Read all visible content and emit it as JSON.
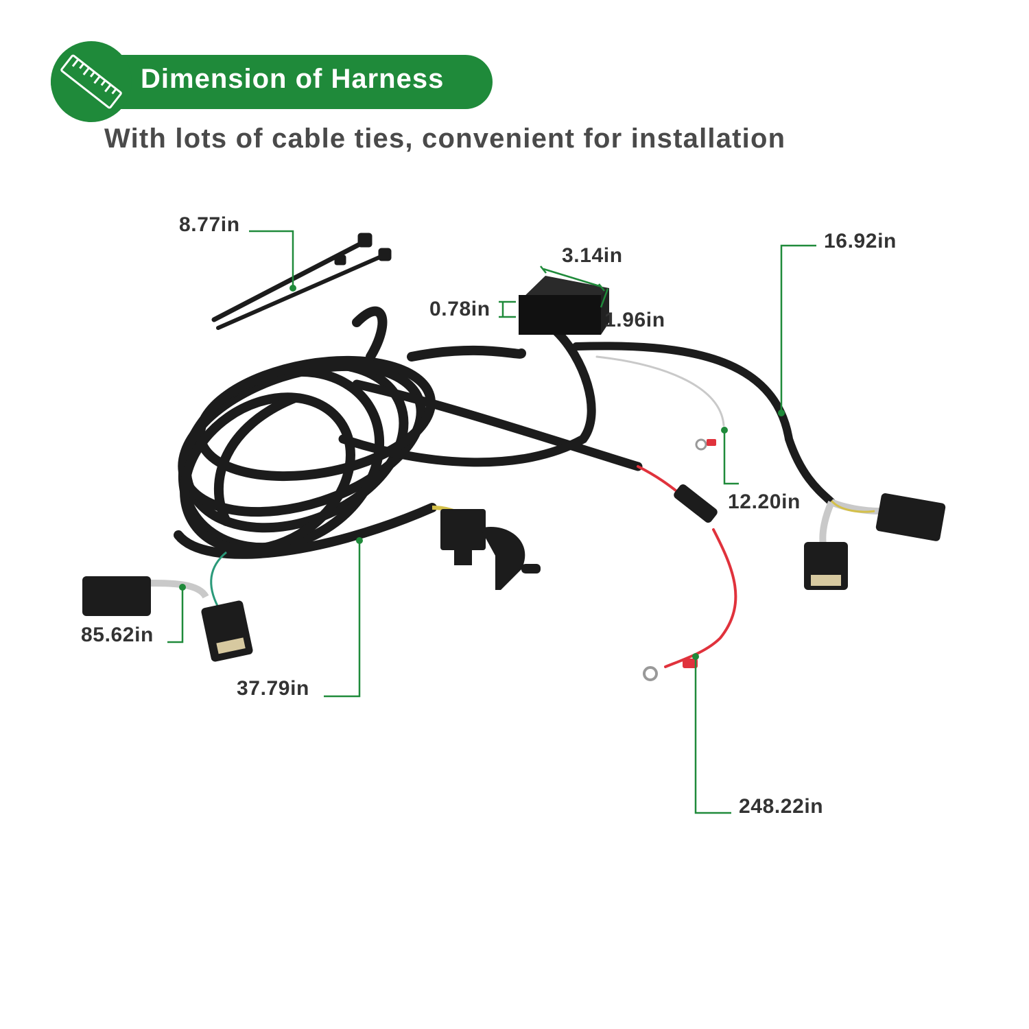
{
  "header": {
    "title": "Dimension of Harness",
    "subtitle": "With lots of cable ties, convenient for installation"
  },
  "icons": {
    "badge": "ruler-icon"
  },
  "colors": {
    "accent": "#1f8a3a",
    "cable": "#1c1c1c",
    "power_wire": "#e0323c",
    "text": "#333333"
  },
  "dimensions": {
    "cable_tie": "8.77in",
    "module_width": "3.14in",
    "module_height": "0.78in",
    "module_depth": "1.96in",
    "right_harness": "16.92in",
    "ground_wire": "12.20in",
    "left_connector": "85.62in",
    "trailer_plug": "37.79in",
    "power_wire": "248.22in"
  }
}
